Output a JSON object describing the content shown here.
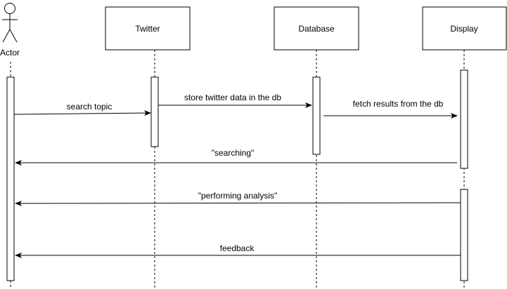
{
  "actor": {
    "label": "Actor"
  },
  "participants": {
    "twitter": {
      "label": "Twitter"
    },
    "database": {
      "label": "Database"
    },
    "display": {
      "label": "Display"
    }
  },
  "messages": [
    {
      "label": "search topic",
      "from": "Actor",
      "to": "Twitter"
    },
    {
      "label": "store twitter data in the db",
      "from": "Twitter",
      "to": "Database"
    },
    {
      "label": "fetch results from the db",
      "from": "Database",
      "to": "Display"
    },
    {
      "label": "\"searching\"",
      "from": "Display",
      "to": "Actor"
    },
    {
      "label": "\"performing analysis\"",
      "from": "Display",
      "to": "Actor"
    },
    {
      "label": "feedback",
      "from": "Display",
      "to": "Actor"
    }
  ]
}
